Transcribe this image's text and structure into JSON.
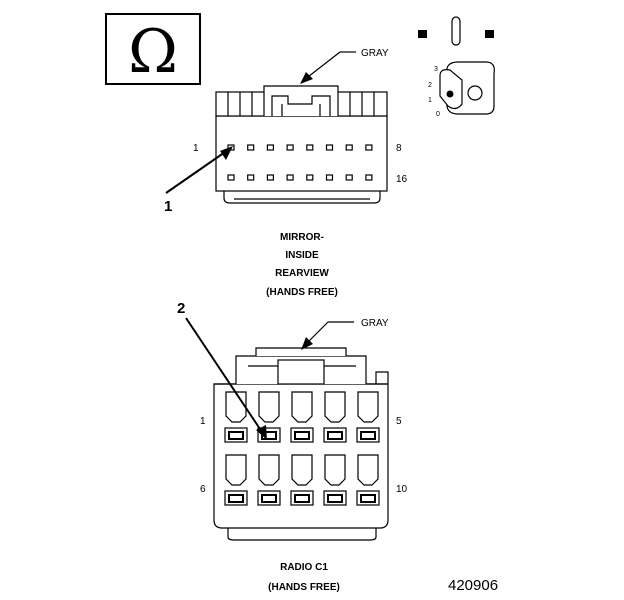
{
  "symbols": {
    "omega_box_icon": "omega-symbol",
    "omega_glyph": "Ω",
    "key_icon": "ignition-key-icon"
  },
  "ignition": {
    "positions": [
      "3",
      "2",
      "1",
      "0"
    ]
  },
  "mirror_connector": {
    "color_label": "GRAY",
    "pin_first_top": "1",
    "pin_last_top": "8",
    "pin_last_bottom": "16",
    "callout": "1",
    "title_lines": [
      "MIRROR-",
      "INSIDE",
      "REARVIEW",
      "(HANDS FREE)"
    ]
  },
  "radio_connector": {
    "color_label": "GRAY",
    "pin_first_top": "1",
    "pin_last_top": "5",
    "pin_first_bottom": "6",
    "pin_last_bottom": "10",
    "callout": "2",
    "title_lines": [
      "RADIO C1",
      "(HANDS FREE)"
    ]
  },
  "figure_number": "420906"
}
